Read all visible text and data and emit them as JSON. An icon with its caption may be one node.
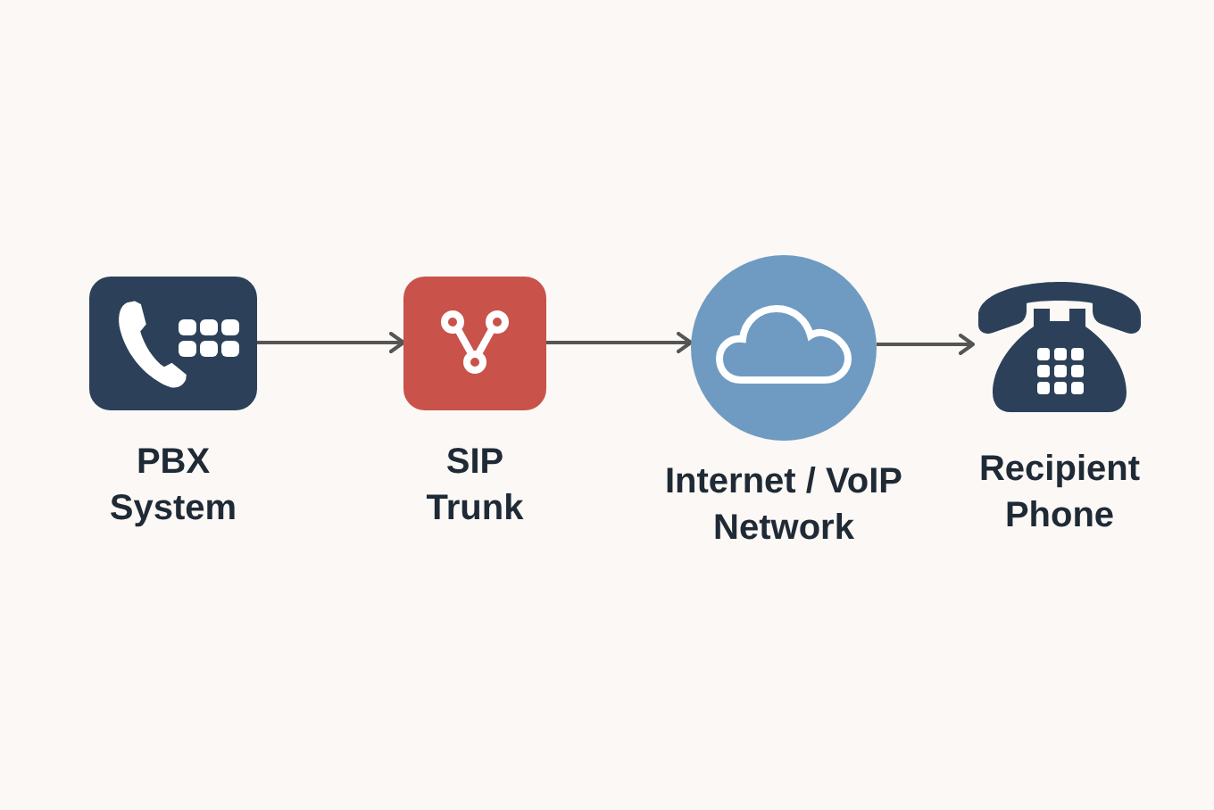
{
  "diagram": {
    "nodes": [
      {
        "text": [
          "PBX System"
        ]
      },
      {
        "text": [
          "SIP Trunk"
        ]
      },
      {
        "text": [
          "Internet / VoIP Network"
        ]
      },
      {
        "text": [
          "Recipient Phone"
        ]
      }
    ],
    "edges": [
      {
        "from": 0,
        "to": 1,
        "arrow": "to"
      },
      {
        "from": 1,
        "to": 2,
        "arrow": "to"
      },
      {
        "from": 2,
        "to": 3,
        "arrow": "to"
      }
    ]
  }
}
